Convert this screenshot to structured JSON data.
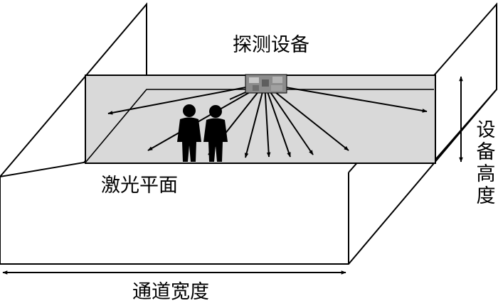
{
  "labels": {
    "detection_device": "探测设备",
    "laser_plane": "激光平面",
    "device_height": "设备高度",
    "channel_width": "通道宽度"
  },
  "colors": {
    "stroke": "#000000",
    "laser_plane_fill": "#d9d9d9",
    "device_fill": "#8c8c8c",
    "person_fill": "#000000"
  },
  "people_count": 2,
  "laser_beam_count": 10
}
